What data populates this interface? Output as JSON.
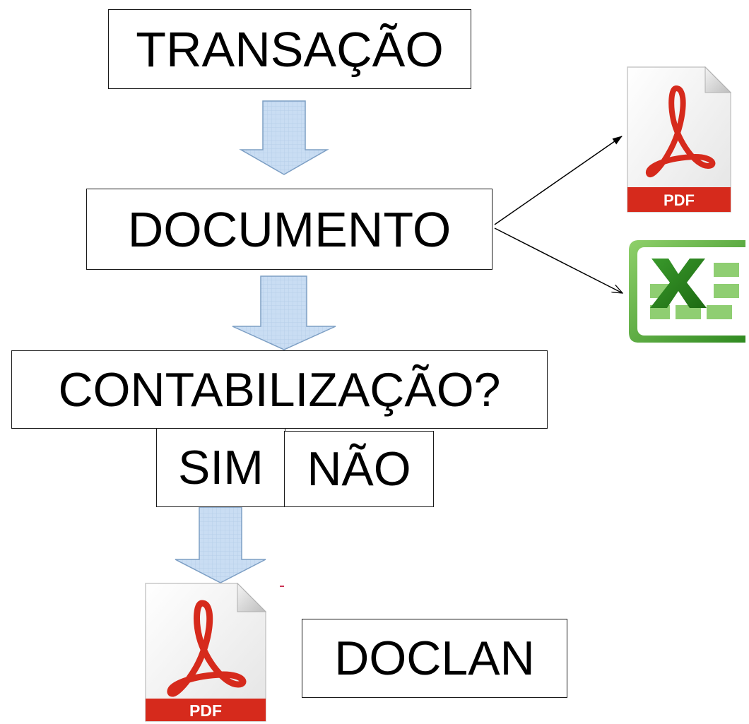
{
  "nodes": {
    "transacao": "TRANSAÇÃO",
    "documento": "DOCUMENTO",
    "contabilizacao": "CONTABILIZAÇÃO?",
    "sim": "SIM",
    "nao": "NÃO",
    "doclan": "DOCLAN"
  },
  "icons": {
    "pdf_label": "PDF",
    "pdf_icon": "pdf-file-icon",
    "excel_icon": "excel-file-icon"
  },
  "colors": {
    "block_arrow_fill": "#c9ddf3",
    "block_arrow_stroke": "#7d9fc4",
    "pdf_red": "#d62a1c",
    "excel_green": "#2e8b1e"
  }
}
